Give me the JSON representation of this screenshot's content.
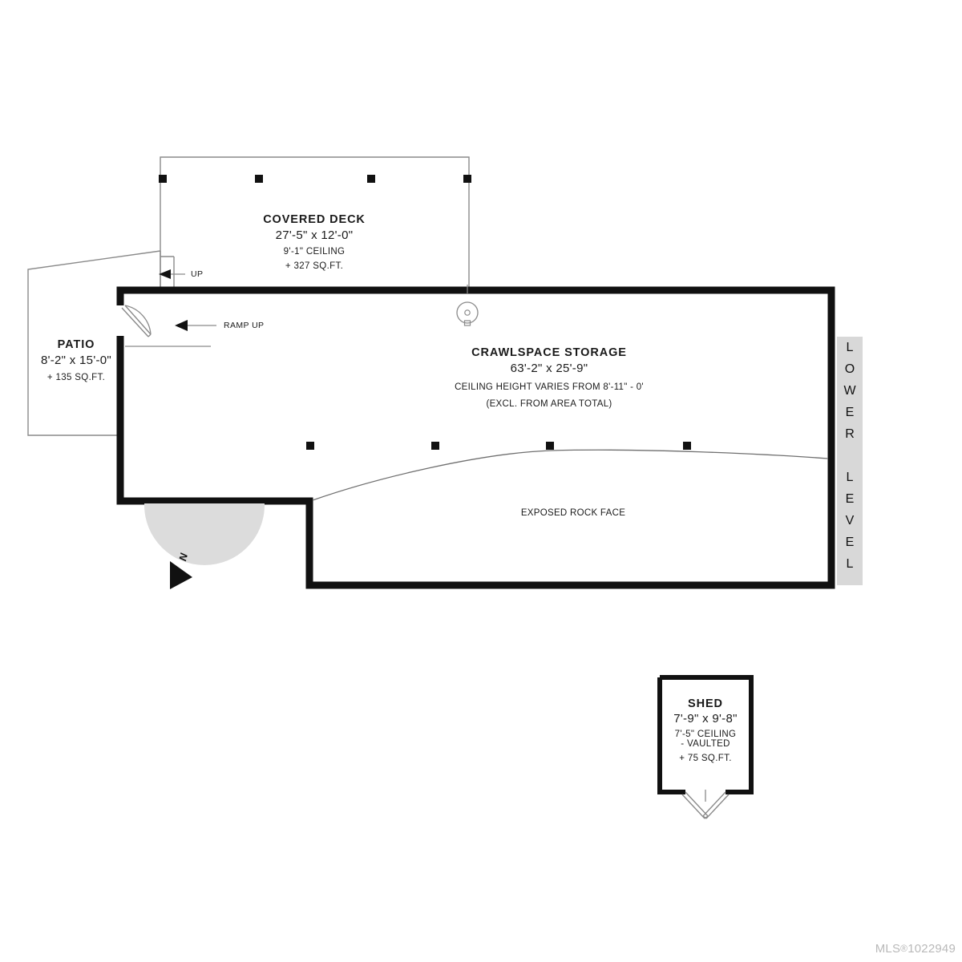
{
  "plan": {
    "level_band": {
      "text": "LOWER LEVEL",
      "chars": [
        "L",
        "O",
        "W",
        "E",
        "R",
        " ",
        "L",
        "E",
        "V",
        "E",
        "L"
      ],
      "color": "#d8d8d8"
    },
    "watermark": {
      "prefix": "MLS",
      "registered": "®",
      "number": "1022949"
    },
    "rooms": [
      {
        "id": "covered-deck",
        "title": "COVERED DECK",
        "dimensions": "27'-5\" x 12'-0\"",
        "ceiling": "9'-1\" CEILING",
        "area": "+ 327 SQ.FT."
      },
      {
        "id": "patio",
        "title": "PATIO",
        "dimensions": "8'-2\" x 15'-0\"",
        "area": "+ 135 SQ.FT."
      },
      {
        "id": "crawlspace-storage",
        "title": "CRAWLSPACE STORAGE",
        "dimensions": "63'-2\" x 25'-9\"",
        "ceiling_note": "CEILING HEIGHT VARIES FROM 8'-11\" - 0'",
        "exclusion_note": "(EXCL. FROM AREA TOTAL)"
      },
      {
        "id": "shed",
        "title": "SHED",
        "dimensions": "7'-9\" x 9'-8\"",
        "ceiling": "7'-5\" CEILING",
        "ceiling_detail": "- VAULTED",
        "area": "+ 75 SQ.FT."
      }
    ],
    "annotations": {
      "stairs_up": "UP",
      "ramp_up": "RAMP UP",
      "rock_face": "EXPOSED ROCK FACE",
      "compass_north": "N"
    },
    "colors": {
      "wall": "#111111",
      "thin_line": "#8a8a8a",
      "band": "#d8d8d8",
      "compass_fill": "#dcdcdc",
      "text": "#1a1a1a",
      "watermark": "#b9b9b9"
    }
  }
}
